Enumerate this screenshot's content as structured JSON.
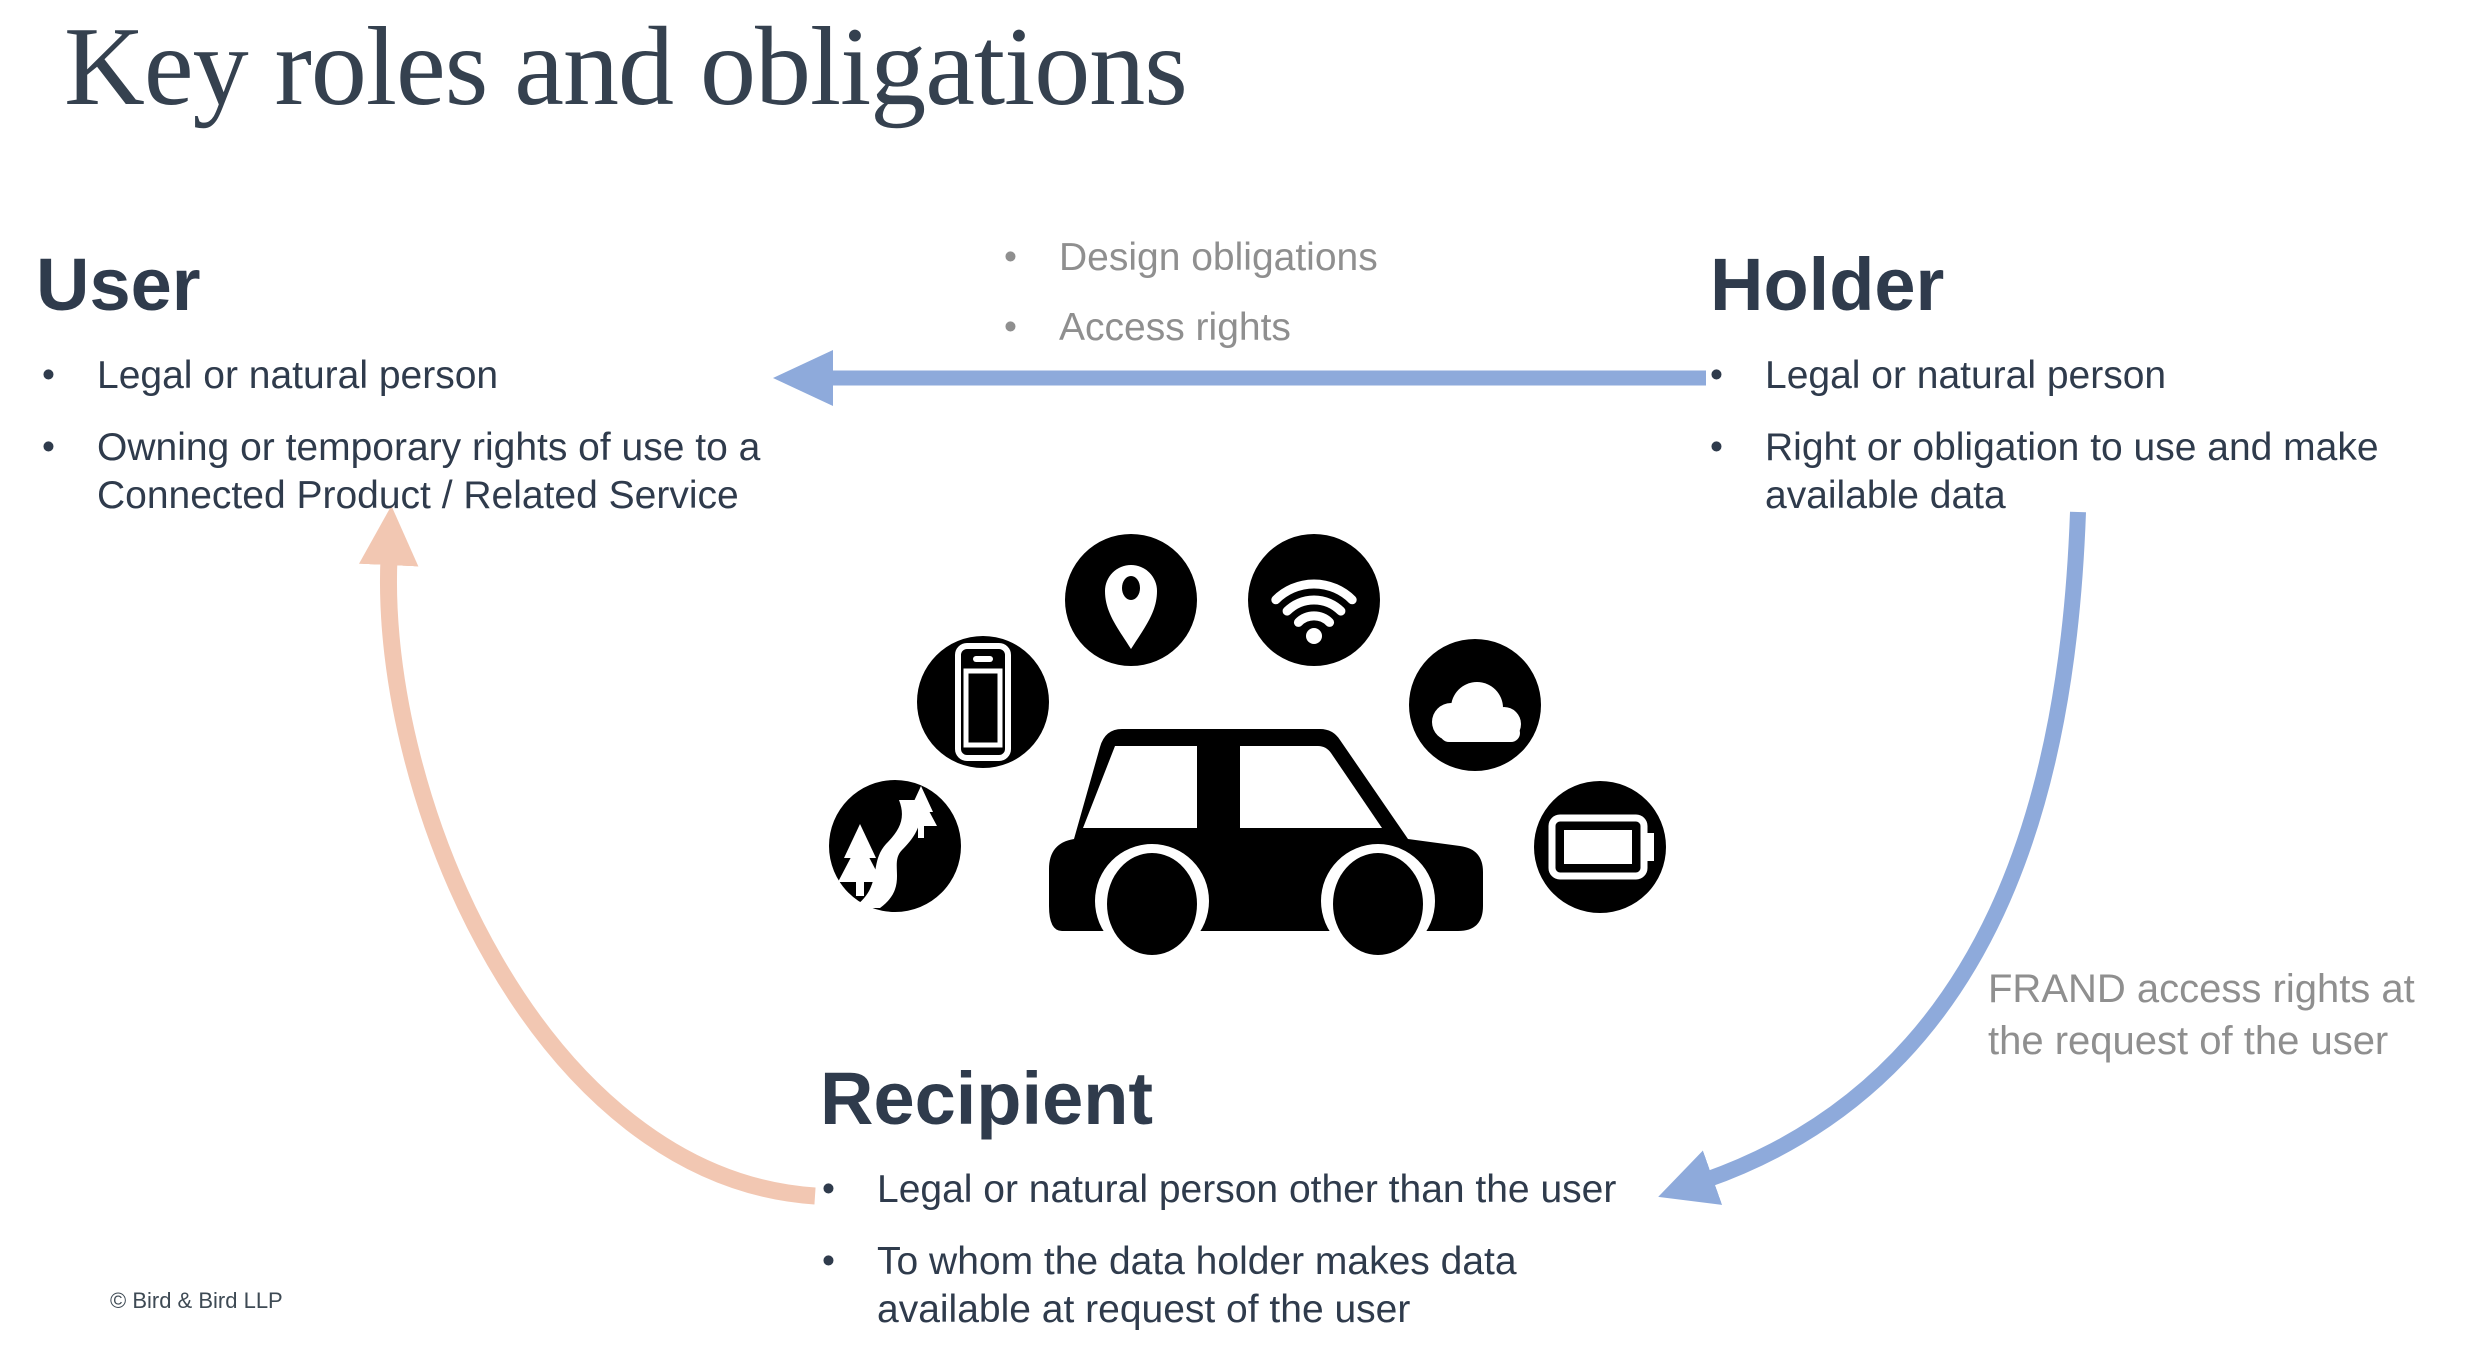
{
  "slide": {
    "title": "Key roles and obligations",
    "footer_text": "© Bird & Bird LLP"
  },
  "roles": {
    "user": {
      "heading": "User",
      "bullets": [
        "Legal or natural person",
        "Owning or temporary rights of use to a Connected Product / Related Service"
      ]
    },
    "holder": {
      "heading": "Holder",
      "bullets": [
        "Legal or natural person",
        "Right or obligation to use and make available data"
      ]
    },
    "recipient": {
      "heading": "Recipient",
      "bullets": [
        "Legal or natural person other than the user",
        "To whom the data holder makes data available at request of the user"
      ]
    }
  },
  "arrows": {
    "holder_to_user": {
      "bullets": [
        "Design obligations",
        "Access rights"
      ],
      "color": "#8EAADB"
    },
    "holder_to_recipient": {
      "label": "FRAND access rights at the request of the user",
      "color": "#8EAADB"
    },
    "recipient_to_user": {
      "color": "#F2C7B2"
    }
  },
  "colors": {
    "title_text": "#35414F",
    "body_text": "#2F3B4C",
    "muted_text": "#8F8F8F",
    "graphic": "#000000",
    "background": "#FFFFFF"
  },
  "center_graphic": {
    "car": "connected-car",
    "icons": [
      "smartphone",
      "location-pin",
      "wifi",
      "cloud",
      "road",
      "battery"
    ]
  }
}
